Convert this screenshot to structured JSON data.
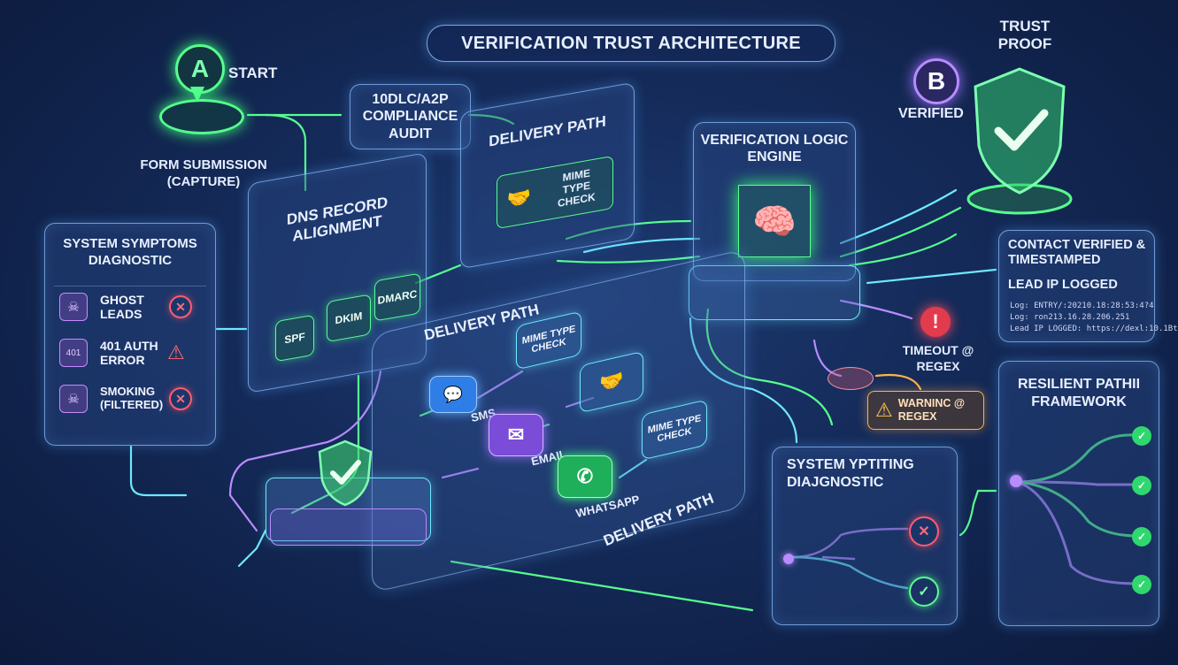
{
  "title": "VERIFICATION TRUST ARCHITECTURE",
  "start": {
    "pin": "A",
    "label": "START",
    "form_label": "FORM SUBMISSION (CAPTURE)"
  },
  "end": {
    "pin": "B",
    "label": "VERIFIED",
    "proof_label": "TRUST PROOF"
  },
  "compliance": {
    "label": "10DLC/A2P COMPLIANCE AUDIT"
  },
  "delivery_top": {
    "title": "DELIVERY PATH",
    "check": "MIME TYPE CHECK"
  },
  "dns": {
    "title": "DNS RECORD ALIGNMENT",
    "items": [
      "SPF",
      "DKIM",
      "DMARC"
    ]
  },
  "engine": {
    "title": "VERIFICATION LOGIC ENGINE"
  },
  "symptoms": {
    "title": "SYSTEM SYMPTOMS DIAGNOSTIC",
    "rows": [
      {
        "icon": "skull",
        "text": "GHOST LEADS",
        "status": "error"
      },
      {
        "icon": "401",
        "text": "401 AUTH ERROR",
        "status": "warning"
      },
      {
        "icon": "skull-crossbones",
        "text": "SMOKING (FILTERED)",
        "status": "error"
      }
    ]
  },
  "delivery_main": {
    "title": "DELIVERY PATH",
    "bottom_title": "DELIVERY PATH",
    "channels": [
      "SMS",
      "EMAIL",
      "WHATSAPP"
    ],
    "checks": [
      "MIME TYPE CHECK",
      "MIME TYPE CHECK"
    ]
  },
  "timeout": {
    "label": "TIMEOUT @ REGEX"
  },
  "warning": {
    "label": "WARNINC @ REGEX"
  },
  "contact": {
    "title": "CONTACT VERIFIED & TIMESTAMPED",
    "subtitle": "LEAD IP LOGGED",
    "logs": [
      "Log: ENTRY/:20210.18:28:53:4?4",
      "Log: ron213.16.28.206.251",
      "Lead IP LOGGED: https://dexl:10.1Bt"
    ]
  },
  "diag2": {
    "title": "SYSTEM YPTITING DIAJGNOSTIC"
  },
  "resilient": {
    "title": "RESILIENT PATHII FRAMEWORK"
  },
  "colors": {
    "green": "#56ff8e",
    "purple": "#b88cff",
    "cyan": "#6ee8ff",
    "red": "#ff5c6e",
    "warn": "#ffb347"
  }
}
